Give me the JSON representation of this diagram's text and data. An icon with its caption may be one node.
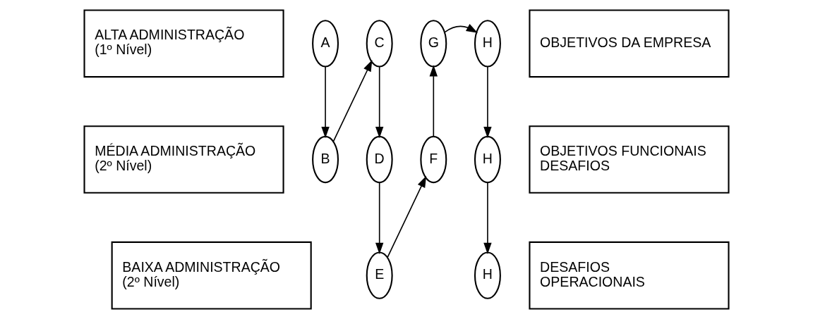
{
  "diagram": {
    "nodes": [
      {
        "text": [
          "ALTA ADMINISTRAÇÃO",
          "(1º Nível)"
        ]
      },
      {
        "text": [
          "A"
        ]
      },
      {
        "text": [
          "C"
        ]
      },
      {
        "text": [
          "G"
        ]
      },
      {
        "text": [
          "H"
        ]
      },
      {
        "text": [
          "OBJETIVOS DA EMPRESA"
        ]
      },
      {
        "text": [
          "MÉDIA ADMINISTRAÇÃO",
          "(2º Nível)"
        ]
      },
      {
        "text": [
          "B"
        ]
      },
      {
        "text": [
          "D"
        ]
      },
      {
        "text": [
          "F"
        ]
      },
      {
        "text": [
          "H"
        ]
      },
      {
        "text": [
          "OBJETIVOS FUNCIONAIS DESAFIOS"
        ]
      },
      {
        "text": [
          "BAIXA ADMINISTRAÇÃO",
          "(2º Nível)"
        ]
      },
      {
        "text": [
          "E"
        ]
      },
      {
        "text": [
          "H"
        ]
      },
      {
        "text": [
          "DESAFIOS OPERACIONAIS"
        ]
      }
    ],
    "edges": [
      {
        "from": 1,
        "to": 7,
        "arrow": "to"
      },
      {
        "from": 7,
        "to": 2,
        "arrow": "to"
      },
      {
        "from": 2,
        "to": 8,
        "arrow": "to"
      },
      {
        "from": 8,
        "to": 13,
        "arrow": "to"
      },
      {
        "from": 13,
        "to": 9,
        "arrow": "to"
      },
      {
        "from": 9,
        "to": 3,
        "arrow": "to"
      },
      {
        "from": 3,
        "to": 4,
        "arrow": "to"
      },
      {
        "from": 4,
        "to": 10,
        "arrow": "to"
      },
      {
        "from": 10,
        "to": 14,
        "arrow": "to"
      }
    ]
  }
}
